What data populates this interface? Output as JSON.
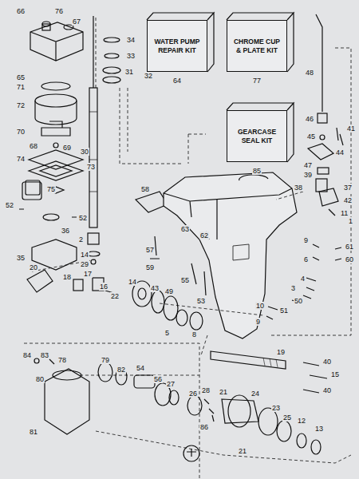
{
  "diagram": {
    "nodes": [
      {
        "text": [
          "WATER PUMP REPAIR KIT"
        ]
      },
      {
        "text": [
          "CHROME CUP & PLATE KIT"
        ]
      },
      {
        "text": [
          "GEARCASE SEAL KIT"
        ]
      }
    ],
    "labels": [
      "66",
      "76",
      "67",
      "65",
      "71",
      "72",
      "70",
      "68",
      "69",
      "74",
      "73",
      "75",
      "52",
      "52",
      "36",
      "35",
      "20",
      "18",
      "17",
      "16",
      "22",
      "14",
      "43",
      "49",
      "5",
      "8",
      "34",
      "33",
      "31",
      "32",
      "30",
      "2",
      "14",
      "29",
      "64",
      "77",
      "85",
      "58",
      "57",
      "59",
      "63",
      "62",
      "55",
      "53",
      "48",
      "46",
      "45",
      "44",
      "41",
      "47",
      "39",
      "38",
      "37",
      "42",
      "11",
      "1",
      "9",
      "6",
      "61",
      "60",
      "4",
      "3",
      "50",
      "51",
      "10",
      "9",
      "19",
      "40",
      "15",
      "40",
      "84",
      "83",
      "78",
      "80",
      "81",
      "79",
      "82",
      "54",
      "56",
      "27",
      "26",
      "28",
      "21",
      "86",
      "24",
      "23",
      "25",
      "12",
      "13",
      "21"
    ]
  }
}
